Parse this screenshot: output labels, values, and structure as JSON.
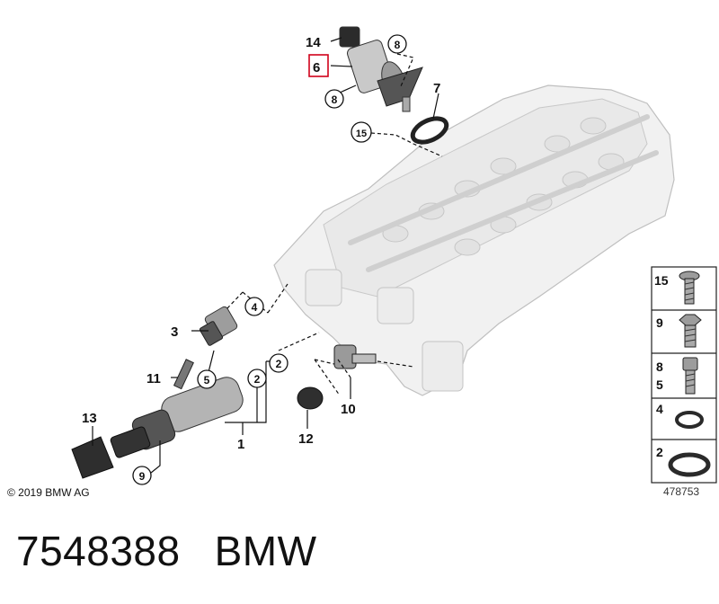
{
  "copyright": "© 2019 BMW AG",
  "drawing_number": "478753",
  "footer": {
    "part_number": "7548388",
    "brand": "BMW"
  },
  "callouts": {
    "c1": "1",
    "c2a": "2",
    "c2b": "2",
    "c3": "3",
    "c4": "4",
    "c5": "5",
    "c6": "6",
    "c7": "7",
    "c8a": "8",
    "c8b": "8",
    "c9a": "9",
    "c10": "10",
    "c11": "11",
    "c12": "12",
    "c13": "13",
    "c14": "14",
    "c15": "15"
  },
  "legend": [
    {
      "labels": [
        "15"
      ],
      "part": "screw"
    },
    {
      "labels": [
        "9"
      ],
      "part": "hex-bolt"
    },
    {
      "labels": [
        "8",
        "5"
      ],
      "part": "torx-bolt"
    },
    {
      "labels": [
        "4"
      ],
      "part": "o-ring-small"
    },
    {
      "labels": [
        "2"
      ],
      "part": "o-ring-large"
    }
  ],
  "highlight_color": "#d0021b"
}
